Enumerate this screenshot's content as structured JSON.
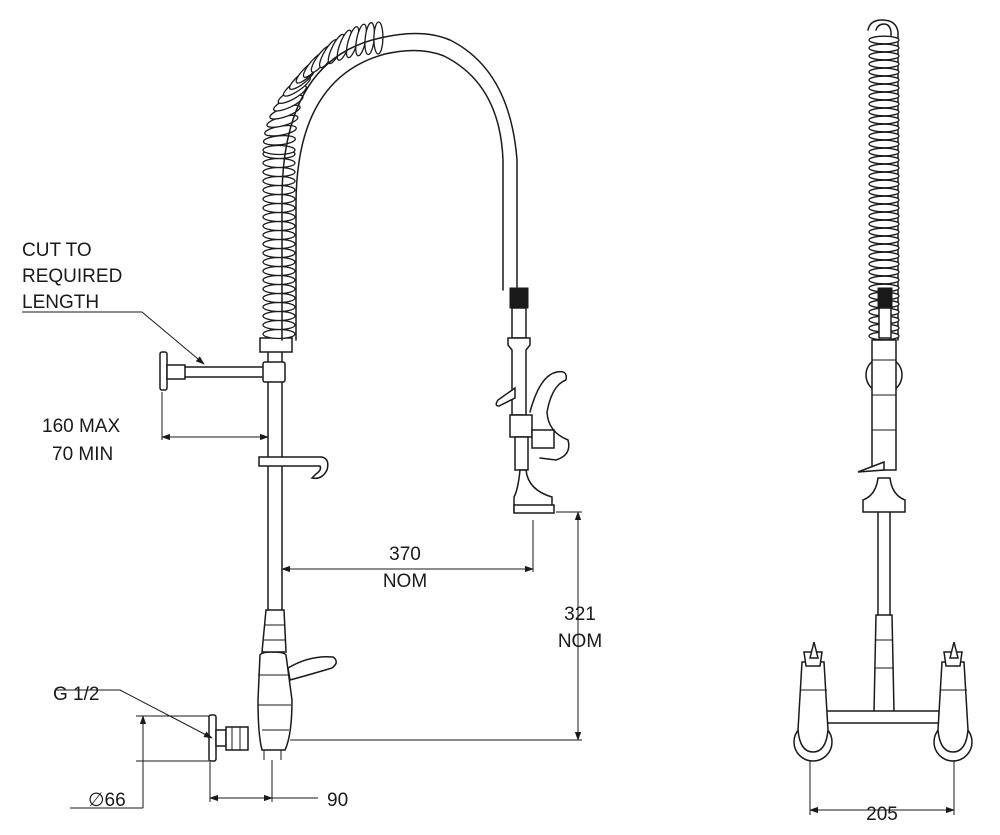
{
  "labels": {
    "cut_line1": "CUT TO",
    "cut_line2": "REQUIRED",
    "cut_line3": "LENGTH",
    "max": "160 MAX",
    "min": "70 MIN",
    "dim370_value": "370",
    "dim370_unit": "NOM",
    "dim321_value": "321",
    "dim321_unit": "NOM",
    "thread": "G 1/2",
    "diameter": "∅66",
    "dim90": "90",
    "dim205": "205"
  },
  "colors": {
    "ink": "#1a1a1a",
    "background": "#ffffff"
  }
}
